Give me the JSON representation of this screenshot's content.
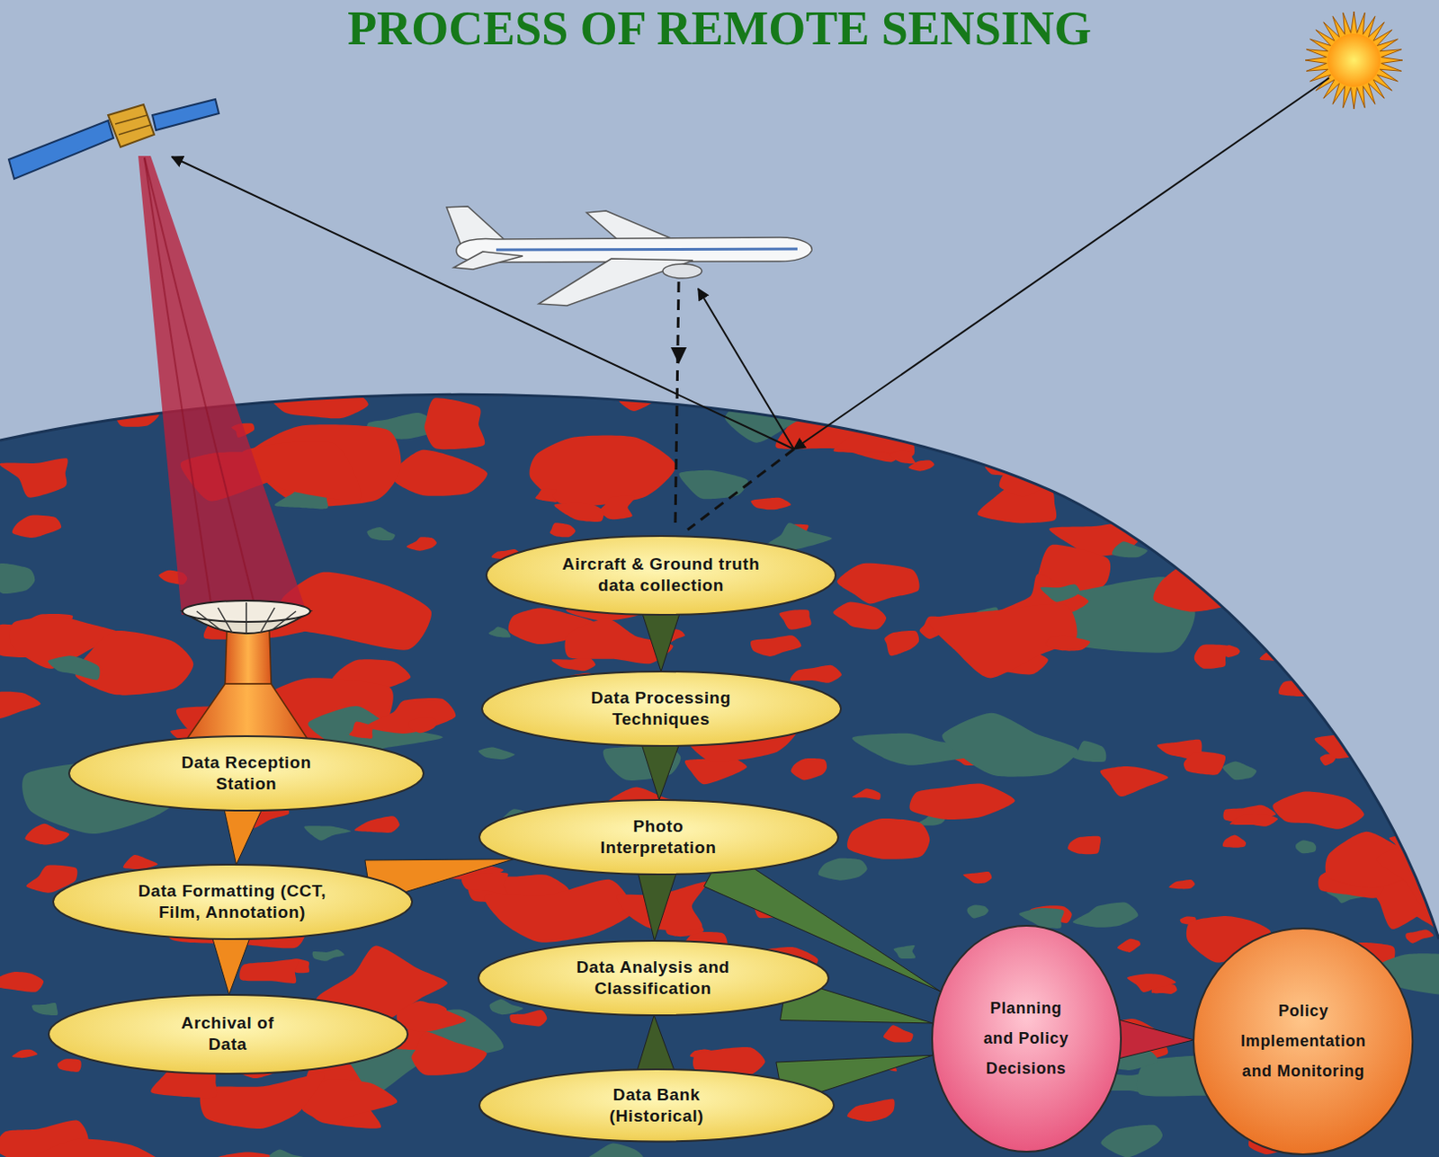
{
  "diagram": {
    "title": "PROCESS OF REMOTE SENSING",
    "nodes": [
      {
        "text": [
          "Aircraft & Ground truth data collection"
        ]
      },
      {
        "text": [
          "Data Processing Techniques"
        ]
      },
      {
        "text": [
          "Data Reception Station"
        ]
      },
      {
        "text": [
          "Photo Interpretation"
        ]
      },
      {
        "text": [
          "Data Formatting (CCT, Film, Annotation)"
        ]
      },
      {
        "text": [
          "Data Analysis and Classification"
        ]
      },
      {
        "text": [
          "Archival of Data"
        ]
      },
      {
        "text": [
          "Planning and Policy Decisions"
        ]
      },
      {
        "text": [
          "Data Bank (Historical)"
        ]
      },
      {
        "text": [
          "Policy Implementation and Monitoring"
        ]
      }
    ],
    "edges": [
      {
        "from": 0,
        "to": 1,
        "arrow": "to"
      },
      {
        "from": 1,
        "to": 3,
        "arrow": "to"
      },
      {
        "from": 3,
        "to": 5,
        "arrow": "to"
      },
      {
        "from": 8,
        "to": 5,
        "arrow": "to"
      },
      {
        "from": 2,
        "to": 4,
        "arrow": "to"
      },
      {
        "from": 4,
        "to": 6,
        "arrow": "to"
      },
      {
        "from": 4,
        "to": 3,
        "arrow": "to"
      },
      {
        "from": 3,
        "to": 7,
        "arrow": "to"
      },
      {
        "from": 5,
        "to": 7,
        "arrow": "to"
      },
      {
        "from": 8,
        "to": 7,
        "arrow": "to"
      },
      {
        "from": 7,
        "to": 9,
        "arrow": "to"
      }
    ]
  }
}
